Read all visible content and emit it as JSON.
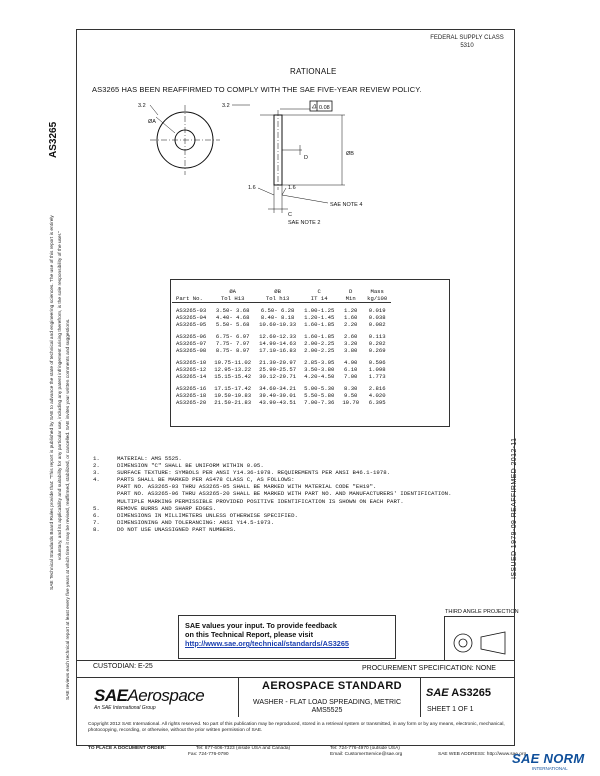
{
  "header": {
    "fedreg_line1": "FEDERAL SUPPLY CLASS",
    "fedreg_line2": "5310"
  },
  "rationale": {
    "heading": "RATIONALE",
    "text": "AS3265 HAS BEEN REAFFIRMED TO COMPLY WITH THE SAE FIVE-YEAR REVIEW POLICY."
  },
  "side_code": "AS3265",
  "left_margin_text": [
    "SAE Technical Standards Board Rules provide that: \"This report is published by SAE to advance the state of technical and engineering sciences. The use of this report is entirely",
    "voluntary, and its applicability and suitability for any particular use, including any patent infringement arising therefrom, is the sole responsibility of the user.\"",
    "SAE reviews each technical report at least every five years at which time it may be revised, reaffirmed, stabilized, or cancelled. SAE invites your written comments and suggestions."
  ],
  "drawing": {
    "dim_left": "3.2",
    "dim_right": "3.2",
    "dim_bottom_left": "1.6",
    "dim_bottom_right": "1.6",
    "label_A": "ØA",
    "label_B": "ØB",
    "label_C": "C",
    "label_D": "D",
    "tolerance": "0.08",
    "sae_note_4": "SAE NOTE 4",
    "sae_note_2": "SAE NOTE 2"
  },
  "table": {
    "headers": [
      [
        "Part No.",
        ""
      ],
      [
        "ØA",
        "Tol H13"
      ],
      [
        "ØB",
        "Tol h13"
      ],
      [
        "C",
        "IT 14"
      ],
      [
        "D",
        "Min"
      ],
      [
        "Mass",
        "kg/100"
      ]
    ],
    "groups": [
      [
        [
          "AS3265-03",
          "3.50- 3.68",
          "6.50- 6.28",
          "1.00-1.25",
          "1.20",
          "0.019"
        ],
        [
          "AS3265-04",
          "4.40- 4.68",
          "8.40- 8.18",
          "1.20-1.45",
          "1.60",
          "0.038"
        ],
        [
          "AS3265-05",
          "5.50- 5.68",
          "10.60-10.33",
          "1.60-1.85",
          "2.20",
          "0.082"
        ]
      ],
      [
        [
          "AS3265-06",
          "6.75- 6.97",
          "12.60-12.33",
          "1.60-1.85",
          "2.60",
          "0.113"
        ],
        [
          "AS3265-07",
          "7.75- 7.97",
          "14.90-14.63",
          "2.00-2.25",
          "3.20",
          "0.202"
        ],
        [
          "AS3265-08",
          "8.75- 8.97",
          "17.10-16.83",
          "2.00-2.25",
          "3.80",
          "0.269"
        ]
      ],
      [
        [
          "AS3265-10",
          "10.75-11.02",
          "21.30-20.97",
          "2.85-3.05",
          "4.90",
          "0.596"
        ],
        [
          "AS3265-12",
          "12.95-13.22",
          "25.90-25.57",
          "3.50-3.80",
          "6.10",
          "1.098"
        ],
        [
          "AS3265-14",
          "15.15-15.42",
          "30.12-29.71",
          "4.20-4.50",
          "7.00",
          "1.773"
        ]
      ],
      [
        [
          "AS3265-16",
          "17.15-17.42",
          "34.60-34.21",
          "5.00-5.30",
          "8.30",
          "2.816"
        ],
        [
          "AS3265-18",
          "19.50-19.83",
          "39.40-39.01",
          "5.50-5.80",
          "9.50",
          "4.020"
        ],
        [
          "AS3265-20",
          "21.50-21.83",
          "43.90-43.51",
          "7.00-7.36",
          "10.70",
          "6.395"
        ]
      ]
    ]
  },
  "notes": [
    [
      "1.",
      "MATERIAL:  AMS 5525."
    ],
    [
      "2.",
      "DIMENSION \"C\" SHALL BE UNIFORM WITHIN 0.05."
    ],
    [
      "3.",
      "SURFACE TEXTURE:  SYMBOLS PER ANSI Y14.36-1978.  REQUIREMENTS PER ANSI B46.1-1978."
    ],
    [
      "4.",
      "PARTS SHALL BE MARKED PER AS478 CLASS C, AS FOLLOWS:"
    ],
    [
      "",
      "PART NO. AS3265-03 THRU AS3265-05 SHALL BE MARKED WITH MATERIAL CODE \"EH19\"."
    ],
    [
      "",
      "PART NO. AS3265-06 THRU AS3265-20 SHALL BE MARKED WITH PART NO. AND MANUFACTURERS' IDENTIFICATION."
    ],
    [
      "",
      "MULTIPLE MARKING PERMISSIBLE PROVIDED POSITIVE IDENTIFICATION IS SHOWN ON EACH PART."
    ],
    [
      "5.",
      "REMOVE BURRS AND SHARP EDGES."
    ],
    [
      "6.",
      "DIMENSIONS IN MILLIMETERS UNLESS OTHERWISE SPECIFIED."
    ],
    [
      "7.",
      "DIMENSIONING AND TOLERANCING:  ANSI Y14.5-1973."
    ],
    [
      "8.",
      "DO NOT USE UNASSIGNED PART NUMBERS."
    ]
  ],
  "right_vertical": "ISSUED 1979-09     REAFFIRMED 2012-11",
  "third_angle": "THIRD ANGLE PROJECTION",
  "feedback": {
    "line1": "SAE values your input. To provide feedback",
    "line2": "on this Technical Report, please visit",
    "link": "http://www.sae.org/technical/standards/AS3265"
  },
  "custodian": "CUSTODIAN: E-25",
  "procurement": "PROCUREMENT SPECIFICATION: NONE",
  "title_block": {
    "logo_sae": "SAE",
    "logo_aero": "Aerospace",
    "logo_sub": "An SAE International Group",
    "standard": "AEROSPACE STANDARD",
    "title_line1": "WASHER - FLAT LOAD SPREADING, METRIC",
    "title_line2": "AMS5525",
    "doc_mark_sae": "SAE",
    "doc_number": "AS3265",
    "sheet": "SHEET 1 OF 1"
  },
  "copyright": "Copyright 2012 SAE International. All rights reserved. No part of this publication may be reproduced, stored in a retrieval system or transmitted, in any form or by any means, electronic, mechanical, photocopying, recording, or otherwise, without the prior written permission of SAE.",
  "contact": {
    "order_label": "TO PLACE A DOCUMENT ORDER:",
    "tel1": "Tel: 877-606-7323 (inside USA and Canada)",
    "tel2": "Tel: 724-776-4970 (outside USA)",
    "fax": "Fax: 724-776-0790",
    "email": "Email: CustomerService@sae.org",
    "web": "SAE WEB ADDRESS: http://www.sae.org"
  },
  "watermark": {
    "text": "SAE NORM",
    "sub": "INTERNATIONAL"
  }
}
